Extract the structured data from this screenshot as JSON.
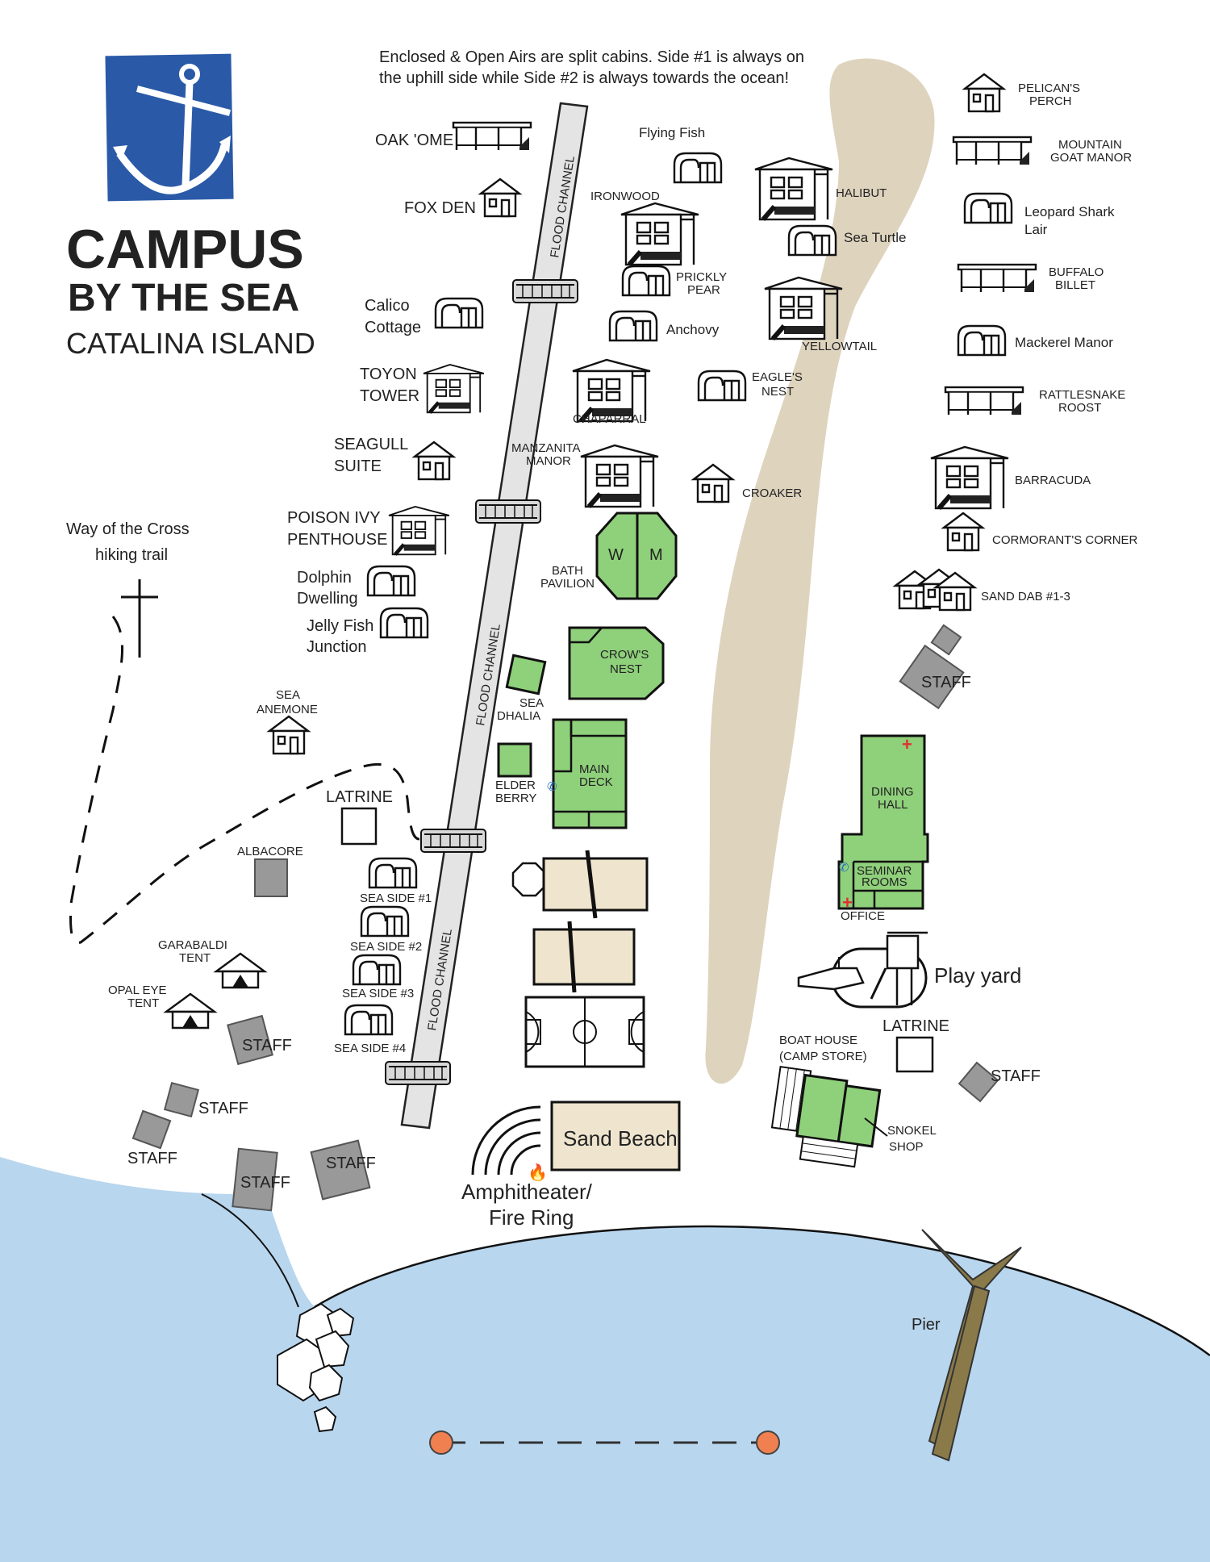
{
  "brand": {
    "line1": "CAMPUS",
    "line2": "BY THE SEA",
    "line3": "CATALINA ISLAND",
    "logo_color": "#2a5aa7"
  },
  "note": {
    "line1": "Enclosed & Open Airs are split cabins. Side #1 is always on",
    "line2": "the uphill side while Side #2 is always towards the ocean!"
  },
  "colors": {
    "ocean": "#b8d6ee",
    "building_green": "#8fd07b",
    "court_tan": "#efe5cf",
    "staff_gray": "#999999",
    "sand_path": "#ded3bd",
    "pier": "#8a7a4a",
    "buoy": "#f08050",
    "first_aid": "#e03030"
  },
  "labels": {
    "oakome": "OAK 'OME",
    "fox_den": "FOX DEN",
    "calico_1": "Calico",
    "calico_2": "Cottage",
    "toyon_1": "TOYON",
    "toyon_2": "TOWER",
    "seagull_1": "SEAGULL",
    "seagull_2": "SUITE",
    "poison_1": "POISON IVY",
    "poison_2": "PENTHOUSE",
    "dolphin_1": "Dolphin",
    "dolphin_2": "Dwelling",
    "jelly_1": "Jelly Fish",
    "jelly_2": "Junction",
    "way_1": "Way of the Cross",
    "way_2": "hiking trail",
    "anemone_1": "SEA",
    "anemone_2": "ANEMONE",
    "latrine_left": "LATRINE",
    "albacore": "ALBACORE",
    "garabaldi_1": "GARABALDI",
    "garabaldi_2": "TENT",
    "opal_1": "OPAL EYE",
    "opal_2": "TENT",
    "sea_side_1": "SEA SIDE #1",
    "sea_side_2": "SEA SIDE #2",
    "sea_side_3": "SEA SIDE #3",
    "sea_side_4": "SEA SIDE #4",
    "flood_channel": "FLOOD CHANNEL",
    "flying_fish": "Flying Fish",
    "ironwood": "IRONWOOD",
    "prickly_1": "PRICKLY",
    "prickly_2": "PEAR",
    "anchovy": "Anchovy",
    "chaparral": "CHAPARRAL",
    "manzanita_1": "MANZANITA",
    "manzanita_2": "MANOR",
    "eagles_1": "EAGLE'S",
    "eagles_2": "NEST",
    "croaker": "CROAKER",
    "halibut": "HALIBUT",
    "sea_turtle": "Sea Turtle",
    "yellowtail": "YELLOWTAIL",
    "bath_1": "BATH",
    "bath_2": "PAVILION",
    "bath_w": "W",
    "bath_m": "M",
    "crows_1": "CROW'S",
    "crows_2": "NEST",
    "dhalia_1": "SEA",
    "dhalia_2": "DHALIA",
    "elder_1": "ELDER",
    "elder_2": "BERRY",
    "main_1": "MAIN",
    "main_2": "DECK",
    "pelicans_1": "PELICAN'S",
    "pelicans_2": "PERCH",
    "mountain_1": "MOUNTAIN",
    "mountain_2": "GOAT MANOR",
    "leopard_1": "Leopard Shark",
    "leopard_2": "Lair",
    "buffalo_1": "BUFFALO",
    "buffalo_2": "BILLET",
    "mackerel": "Mackerel Manor",
    "rattlesnake_1": "RATTLESNAKE",
    "rattlesnake_2": "ROOST",
    "barracuda": "BARRACUDA",
    "cormorants": "CORMORANT'S CORNER",
    "sand_dab": "SAND DAB #1-3",
    "staff": "STAFF",
    "dining_1": "DINING",
    "dining_2": "HALL",
    "seminar_1": "SEMINAR",
    "seminar_2": "ROOMS",
    "office": "OFFICE",
    "play_yard": "Play yard",
    "latrine_right": "LATRINE",
    "boathouse_1": "BOAT HOUSE",
    "boathouse_2": "(CAMP STORE)",
    "snokel_1": "SNOKEL",
    "snokel_2": "SHOP",
    "sand_beach": "Sand Beach",
    "amphi_1": "Amphitheater/",
    "amphi_2": "Fire Ring",
    "pier": "Pier"
  }
}
